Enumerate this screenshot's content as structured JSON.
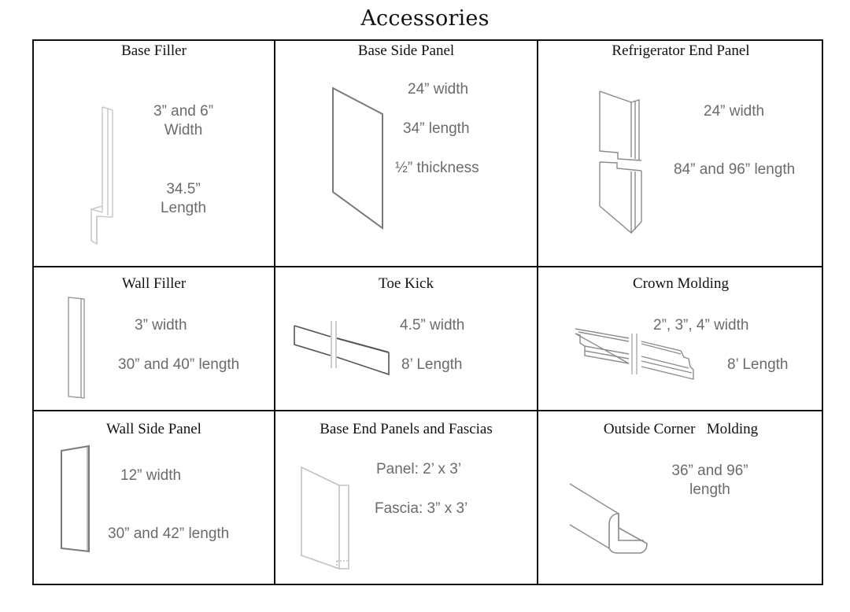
{
  "title": "Accessories",
  "cells": [
    {
      "name": "Base Filler",
      "icon": "base-filler-drawing",
      "specs": [
        "3” and 6”",
        "Width",
        "34.5”",
        "Length"
      ]
    },
    {
      "name": "Base Side Panel",
      "icon": "base-side-panel-drawing",
      "specs": [
        "24” width",
        "34” length",
        "½” thickness"
      ]
    },
    {
      "name": "Refrigerator End Panel",
      "icon": "refrigerator-end-panel-drawing",
      "specs": [
        "24” width",
        "84” and 96” length"
      ]
    },
    {
      "name": "Wall Filler",
      "icon": "wall-filler-drawing",
      "specs": [
        "3” width",
        "30” and 40” length"
      ]
    },
    {
      "name": "Toe Kick",
      "icon": "toe-kick-drawing",
      "specs": [
        "4.5” width",
        "8’ Length"
      ]
    },
    {
      "name": "Crown Molding",
      "icon": "crown-molding-drawing",
      "specs": [
        "2”, 3”, 4” width",
        "8’ Length"
      ]
    },
    {
      "name": "Wall Side Panel",
      "icon": "wall-side-panel-drawing",
      "specs": [
        "12” width",
        "30” and 42” length"
      ]
    },
    {
      "name": "Base End Panels and Fascias",
      "icon": "base-end-panel-drawing",
      "specs": [
        "Panel: 2’ x 3’",
        "Fascia: 3” x 3’"
      ]
    },
    {
      "name": "Outside Corner   Molding",
      "icon": "outside-corner-molding-drawing",
      "specs": [
        "36” and 96”",
        "length"
      ]
    }
  ]
}
